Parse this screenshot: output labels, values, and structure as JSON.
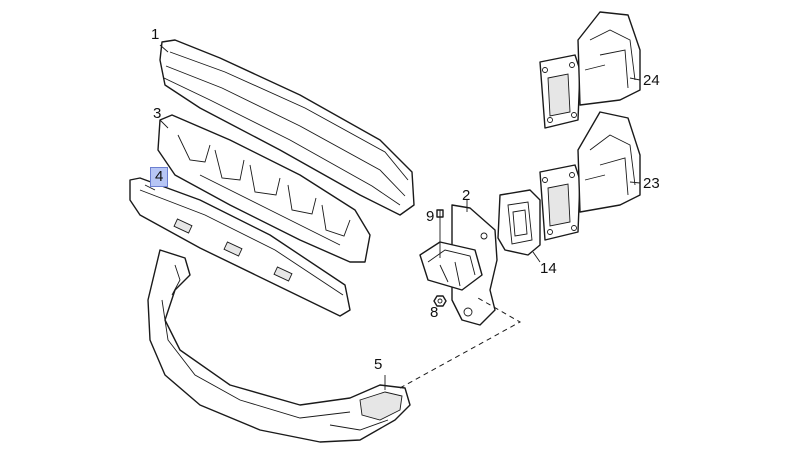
{
  "callouts": {
    "p1": "1",
    "p2": "2",
    "p3": "3",
    "p4": "4",
    "p5": "5",
    "p8": "8",
    "p9": "9",
    "p14": "14",
    "p23": "23",
    "p24": "24"
  },
  "selected_callout": "4",
  "colors": {
    "line": "#1a1a1a",
    "background": "#ffffff",
    "highlight": "#b7c6f5"
  }
}
